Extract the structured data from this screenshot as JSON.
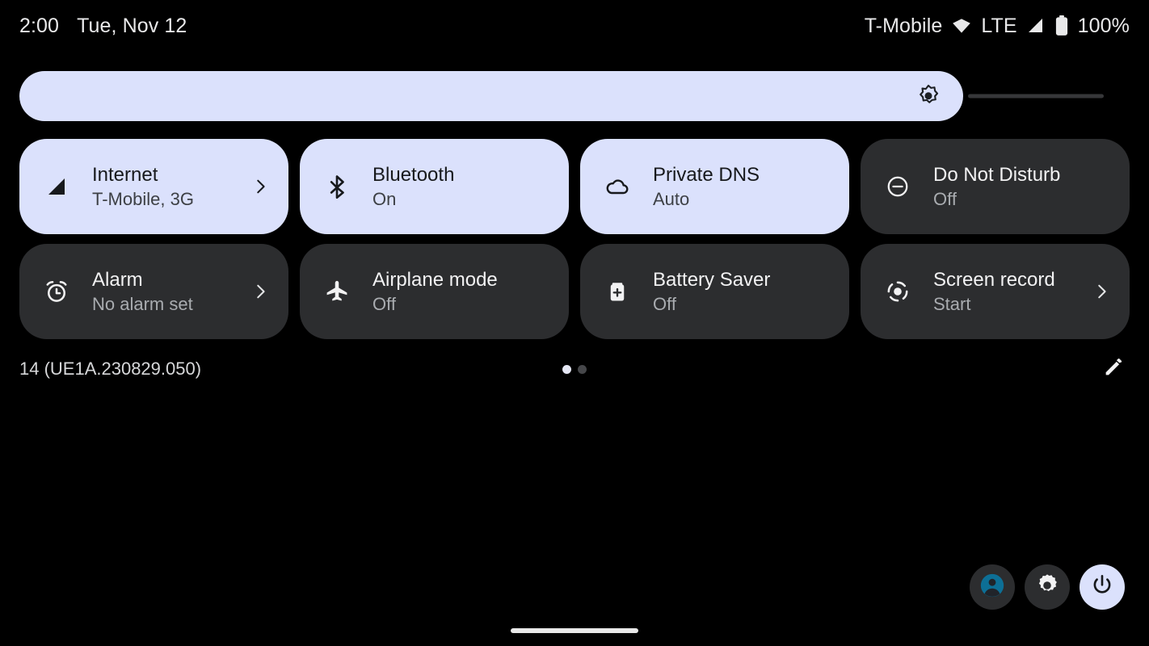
{
  "status_bar": {
    "time": "2:00",
    "date": "Tue, Nov 12",
    "carrier": "T-Mobile",
    "wifi_icon": "wifi-icon",
    "network_type": "LTE",
    "signal_icon": "signal-bars-icon",
    "battery_icon": "battery-full-icon",
    "battery_level": "100%"
  },
  "brightness": {
    "name": "brightness-slider",
    "icon": "brightness-sun-icon",
    "value": 84,
    "fill_color": "#dbe1fc",
    "track_color": "#363739"
  },
  "tiles": [
    {
      "name": "tile-internet",
      "icon": "signal-bars-icon",
      "title": "Internet",
      "subtitle": "T-Mobile, 3G",
      "state": "active",
      "chevron": true
    },
    {
      "name": "tile-bluetooth",
      "icon": "bluetooth-icon",
      "title": "Bluetooth",
      "subtitle": "On",
      "state": "active",
      "chevron": false
    },
    {
      "name": "tile-private-dns",
      "icon": "cloud-icon",
      "title": "Private DNS",
      "subtitle": "Auto",
      "state": "active",
      "chevron": false
    },
    {
      "name": "tile-do-not-disturb",
      "icon": "do-not-disturb-icon",
      "title": "Do Not Disturb",
      "subtitle": "Off",
      "state": "inactive",
      "chevron": false
    },
    {
      "name": "tile-alarm",
      "icon": "alarm-clock-icon",
      "title": "Alarm",
      "subtitle": "No alarm set",
      "state": "inactive",
      "chevron": true
    },
    {
      "name": "tile-airplane-mode",
      "icon": "airplane-icon",
      "title": "Airplane mode",
      "subtitle": "Off",
      "state": "inactive",
      "chevron": false
    },
    {
      "name": "tile-battery-saver",
      "icon": "battery-plus-icon",
      "title": "Battery Saver",
      "subtitle": "Off",
      "state": "inactive",
      "chevron": false
    },
    {
      "name": "tile-screen-record",
      "icon": "screen-record-icon",
      "title": "Screen record",
      "subtitle": "Start",
      "state": "inactive",
      "chevron": true
    }
  ],
  "footer": {
    "build_label": "14 (UE1A.230829.050)",
    "page_dots": {
      "total": 2,
      "active_index": 0
    },
    "edit_icon": "pencil-edit-icon"
  },
  "actions": [
    {
      "name": "user-avatar-button",
      "icon": "user-avatar-icon",
      "style": "dark",
      "accent": "#0d6f96"
    },
    {
      "name": "settings-button",
      "icon": "gear-icon",
      "style": "dark",
      "accent": "#ffffff"
    },
    {
      "name": "power-button",
      "icon": "power-icon",
      "style": "light",
      "accent": "#17191c"
    }
  ],
  "colors": {
    "background": "#000000",
    "tile_active": "#dbe1fc",
    "tile_inactive": "#2c2d2f",
    "text_primary": "#f2f2f3",
    "text_secondary": "#a9acb0",
    "avatar_accent": "#0d6f96"
  },
  "home_indicator": {
    "name": "home-indicator"
  }
}
